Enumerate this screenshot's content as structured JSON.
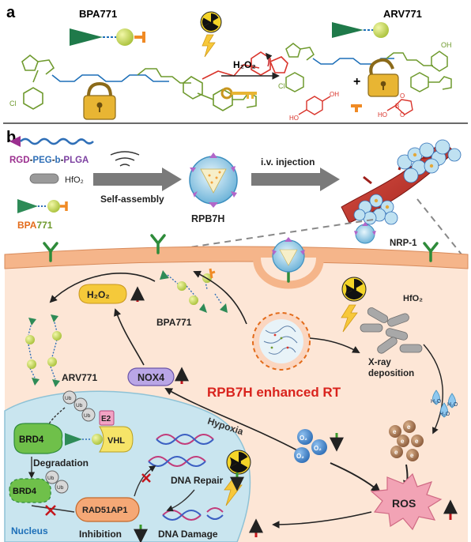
{
  "panel_a": {
    "label": "a",
    "reactant": "BPA771",
    "product": "ARV771",
    "reagent": "H₂O₂",
    "plus": "+",
    "byproducts": [
      "OH",
      "HO",
      "B",
      "HO",
      "O",
      "O"
    ]
  },
  "panel_b": {
    "label": "b",
    "legend": {
      "polymer_rgd": "RGD",
      "polymer_dash1": "-",
      "polymer_peg": "PEG",
      "polymer_dash2": "-",
      "polymer_b": "b",
      "polymer_dash3": "-",
      "polymer_plga": "PLGA",
      "hfo2": "HfO₂",
      "bpa_part1": "BPA",
      "bpa_part2": "771"
    },
    "arrow1_label": "Self-assembly",
    "nanoparticle_label": "RPB7H",
    "arrow2_label": "i.v. injection",
    "nrp1": "NRP-1",
    "h2o2": "H₂O₂",
    "bpa771": "BPA771",
    "arv771": "ARV771",
    "hfo2": "HfO₂",
    "xray_line1": "X-ray",
    "xray_line2": "deposition",
    "nox4": "NOX4",
    "center_title": "RPB7H enhanced RT",
    "hypoxia": "Hypoxia",
    "o2": "O₂",
    "h2o": "H₂O",
    "e": "e",
    "ub": "Ub",
    "e2": "E2",
    "vhl": "VHL",
    "brd4": "BRD4",
    "degradation": "Degradation",
    "rad51ap1": "RAD51AP1",
    "inhibition": "Inhibition",
    "dna_repair": "DNA Repair",
    "dna_damage": "DNA Damage",
    "ros": "ROS",
    "nucleus": "Nucleus"
  },
  "colors": {
    "ligand_green": "#6f9a2e",
    "linker_blue": "#1d6fb8",
    "warhead_red": "#d9342b",
    "membrane": "#f5b58a",
    "cytoplasm": "#fde6d6",
    "nucleus": "#c9e5ef",
    "nox4": "#b9a6e6",
    "h2o2_pill": "#f5c93a",
    "ros": "#f2a3b5",
    "up_arrow": "#c4161c",
    "down_arrow": "#3a9a2c",
    "title_red": "#d9231d",
    "rgd": "#9b2f8f",
    "peg": "#2f6fb7",
    "plga": "#7b3fa0",
    "bpa": "#e36b1a",
    "num771": "#6f9a2e"
  }
}
